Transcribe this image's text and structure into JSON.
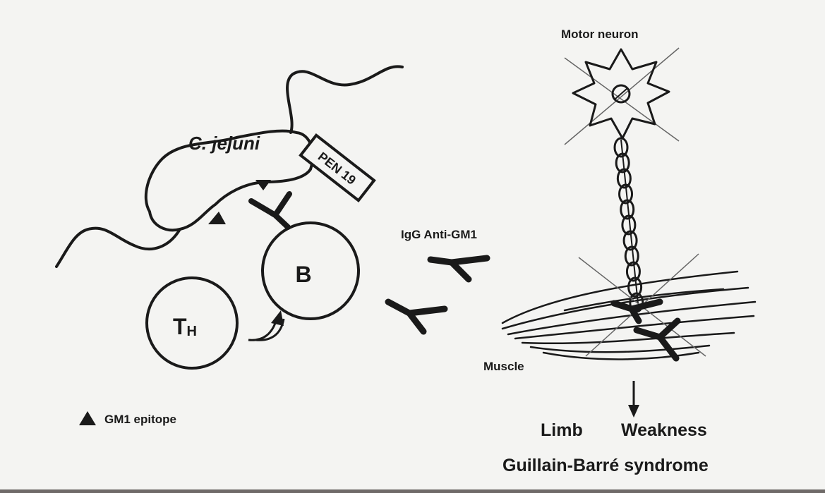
{
  "labels": {
    "bacterium": "C. jejuni",
    "tag": "PEN 19",
    "b_cell": "B",
    "th_cell_main": "T",
    "th_cell_sub": "H",
    "antibody": "IgG Anti-GM1",
    "neuron": "Motor neuron",
    "muscle": "Muscle",
    "legend": "GM1 epitope",
    "outcome_left": "Limb",
    "outcome_right": "Weakness",
    "syndrome": "Guillain-Barré syndrome"
  },
  "colors": {
    "background": "#f4f4f2",
    "ink": "#1a1a1a",
    "frame": "#6f6a68"
  },
  "icons": {
    "legend_marker": "filled-triangle",
    "antibody": "y-shaped-antibody",
    "arrow": "down-arrow"
  }
}
